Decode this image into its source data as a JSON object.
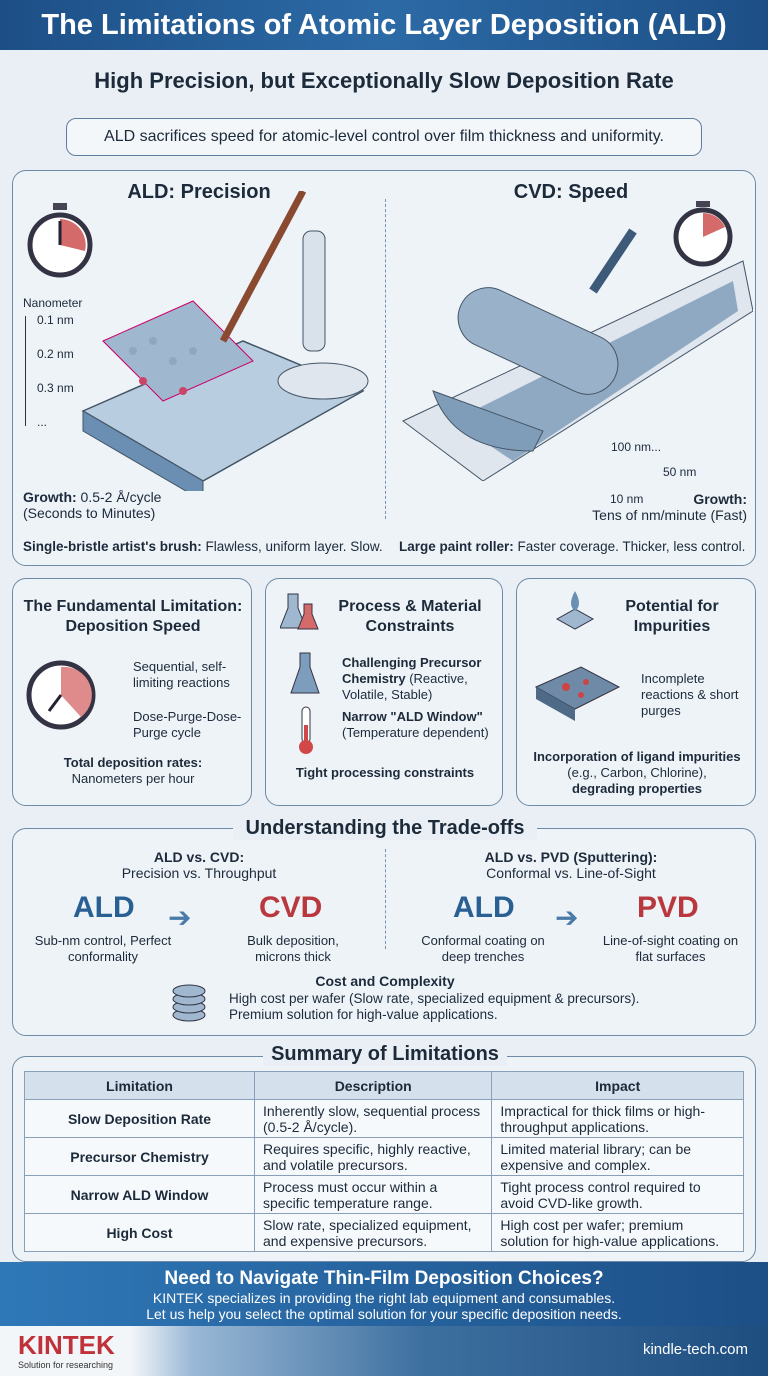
{
  "header": {
    "title": "The Limitations of Atomic Layer Deposition (ALD)",
    "subtitle": "High Precision, but Exceptionally Slow Deposition Rate",
    "callout": "ALD sacrifices speed for atomic-level control over film thickness and uniformity."
  },
  "comparison": {
    "ald": {
      "title": "ALD: Precision",
      "scale_label": "Nanometer",
      "scale_ticks": [
        "0.1 nm",
        "0.2 nm",
        "0.3 nm",
        "..."
      ],
      "growth_label": "Growth:",
      "growth_value": "0.5-2 Å/cycle",
      "growth_time": "(Seconds to Minutes)",
      "analogy_bold": "Single-bristle artist's brush:",
      "analogy_text": "Flawless, uniform layer. Slow."
    },
    "cvd": {
      "title": "CVD: Speed",
      "scale_ticks": [
        "10 nm",
        "50 nm",
        "100 nm..."
      ],
      "growth_label": "Growth:",
      "growth_value": "Tens of nm/minute (Fast)",
      "analogy_bold": "Large paint roller:",
      "analogy_text": "Faster coverage. Thicker, less control."
    }
  },
  "cards": [
    {
      "title": "The Fundamental Limitation: Deposition Speed",
      "items": [
        "Sequential, self-limiting reactions",
        "Dose-Purge-Dose-Purge cycle"
      ],
      "footer_bold": "Total deposition rates:",
      "footer": "Nanometers per hour"
    },
    {
      "title": "Process & Material Constraints",
      "items": [
        {
          "bold": "Challenging Precursor Chemistry",
          "text": "(Reactive, Volatile, Stable)"
        },
        {
          "bold": "Narrow \"ALD Window\"",
          "text": "(Temperature dependent)"
        }
      ],
      "footer_bold": "Tight processing constraints"
    },
    {
      "title": "Potential for Impurities",
      "items": [
        "Incomplete reactions & short purges"
      ],
      "footer_bold": "Incorporation of ligand impurities",
      "footer": "(e.g., Carbon, Chlorine),",
      "footer_bold2": "degrading properties"
    }
  ],
  "tradeoffs": {
    "title": "Understanding the Trade-offs",
    "left": {
      "title": "ALD vs. CVD:",
      "subtitle": "Precision vs. Throughput",
      "a": "ALD",
      "b": "CVD",
      "a_desc": "Sub-nm control, Perfect conformality",
      "b_desc": "Bulk deposition, microns thick"
    },
    "right": {
      "title": "ALD vs. PVD (Sputtering):",
      "subtitle": "Conformal vs. Line-of-Sight",
      "a": "ALD",
      "b": "PVD",
      "a_desc": "Conformal coating on deep trenches",
      "b_desc": "Line-of-sight coating on flat surfaces"
    },
    "cost_title": "Cost and Complexity",
    "cost_text": "High cost per wafer (Slow rate, specialized equipment & precursors). Premium solution for high-value applications."
  },
  "summary": {
    "title": "Summary of Limitations",
    "columns": [
      "Limitation",
      "Description",
      "Impact"
    ],
    "rows": [
      [
        "Slow Deposition Rate",
        "Inherently slow, sequential process (0.5-2 Å/cycle).",
        "Impractical for thick films or high-throughput applications."
      ],
      [
        "Precursor Chemistry",
        "Requires specific, highly reactive, and volatile precursors.",
        "Limited material library; can be expensive and complex."
      ],
      [
        "Narrow ALD Window",
        "Process must occur within a specific temperature range.",
        "Tight process control required to avoid CVD-like growth."
      ],
      [
        "High Cost",
        "Slow rate, specialized equipment, and expensive precursors.",
        "High cost per wafer; premium solution for high-value applications."
      ]
    ]
  },
  "cta": {
    "title": "Need to Navigate Thin-Film Deposition Choices?",
    "line1": "KINTEK specializes in providing the right lab equipment and consumables.",
    "line2": "Let us help you select the optimal solution for your specific deposition needs."
  },
  "footer": {
    "logo": "KINTEK",
    "tagline": "Solution for researching",
    "url": "kindle-tech.com"
  },
  "colors": {
    "primary": "#1d4f86",
    "accent_red": "#b8383e",
    "ald_blue": "#2a5f93"
  }
}
